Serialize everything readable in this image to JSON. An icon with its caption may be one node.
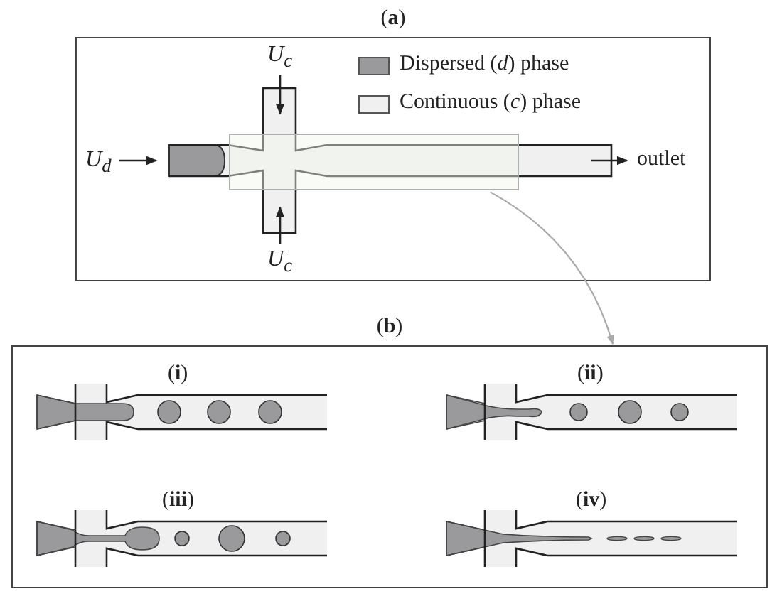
{
  "diagram": {
    "nodes": [
      {
        "text": [
          "(**a**)"
        ]
      },
      {
        "text": [],
        "shape": "box",
        "in": 0
      },
      {
        "text": [
          "(**b**)"
        ]
      }
    ],
    "edges": [
      {
        "from": 1,
        "to": 2,
        "arrow": "to",
        "color": "#aaaaaa"
      }
    ],
    "labels": [
      "U$_{c}$",
      "U$_{d}$",
      "outlet",
      "U$_{c}$",
      "(**i**)",
      "(**ii**)",
      "(**iii**)",
      "(**iv**)"
    ],
    "legend": [
      {
        "text": "Dispersed (*d*) phase",
        "color": "#9a9a9c"
      },
      {
        "text": "Continuous (*c*) phase",
        "color": "#f0f0f0"
      }
    ]
  }
}
